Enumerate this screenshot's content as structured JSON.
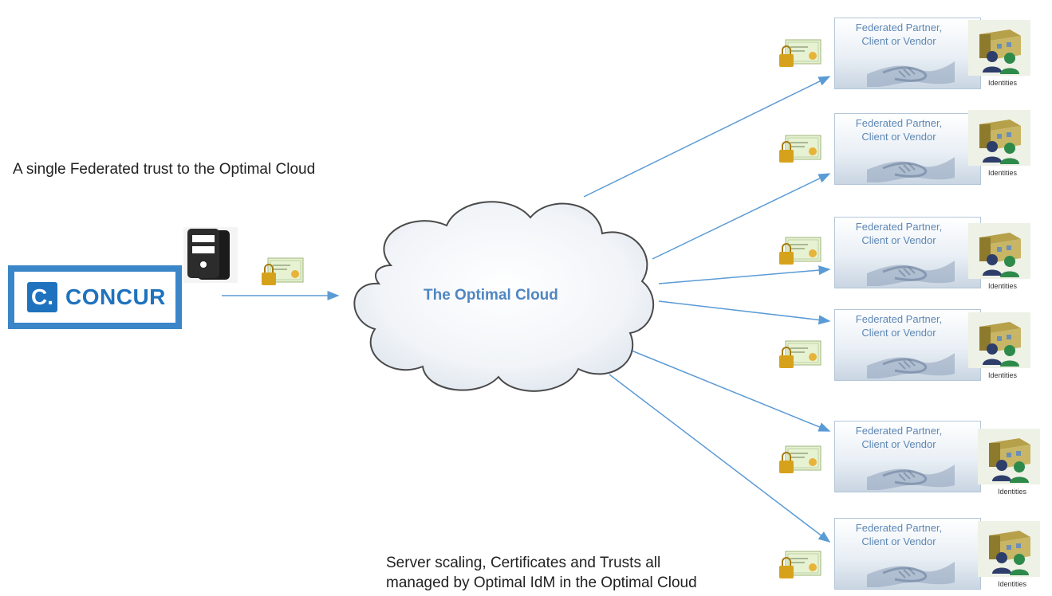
{
  "title": "A single Federated trust to the Optimal Cloud",
  "logo": {
    "mark": "C.",
    "name": "CONCUR"
  },
  "cloud": {
    "label": "The Optimal Cloud"
  },
  "footer": {
    "line1": "Server scaling, Certificates and Trusts all",
    "line2": "managed by Optimal IdM in the Optimal Cloud"
  },
  "partners": [
    {
      "line1": "Federated Partner,",
      "line2": "Client or Vendor",
      "identities_label": "Identities"
    },
    {
      "line1": "Federated Partner,",
      "line2": "Client or Vendor",
      "identities_label": "Identities"
    },
    {
      "line1": "Federated Partner,",
      "line2": "Client or Vendor",
      "identities_label": "Identities"
    },
    {
      "line1": "Federated Partner,",
      "line2": "Client or Vendor",
      "identities_label": "Identities"
    },
    {
      "line1": "Federated Partner,",
      "line2": "Client or Vendor",
      "identities_label": "Identities"
    },
    {
      "line1": "Federated Partner,",
      "line2": "Client or Vendor",
      "identities_label": "Identities"
    }
  ],
  "icons": {
    "server": "server-icon",
    "certificate": "certificate-icon",
    "handshake": "handshake-icon",
    "identities": "identities-icon"
  },
  "colors": {
    "arrow": "#5b9bd5",
    "cloud_label": "#4f86c2",
    "logo_blue": "#1f72bd",
    "partner_text": "#5d87b5"
  }
}
